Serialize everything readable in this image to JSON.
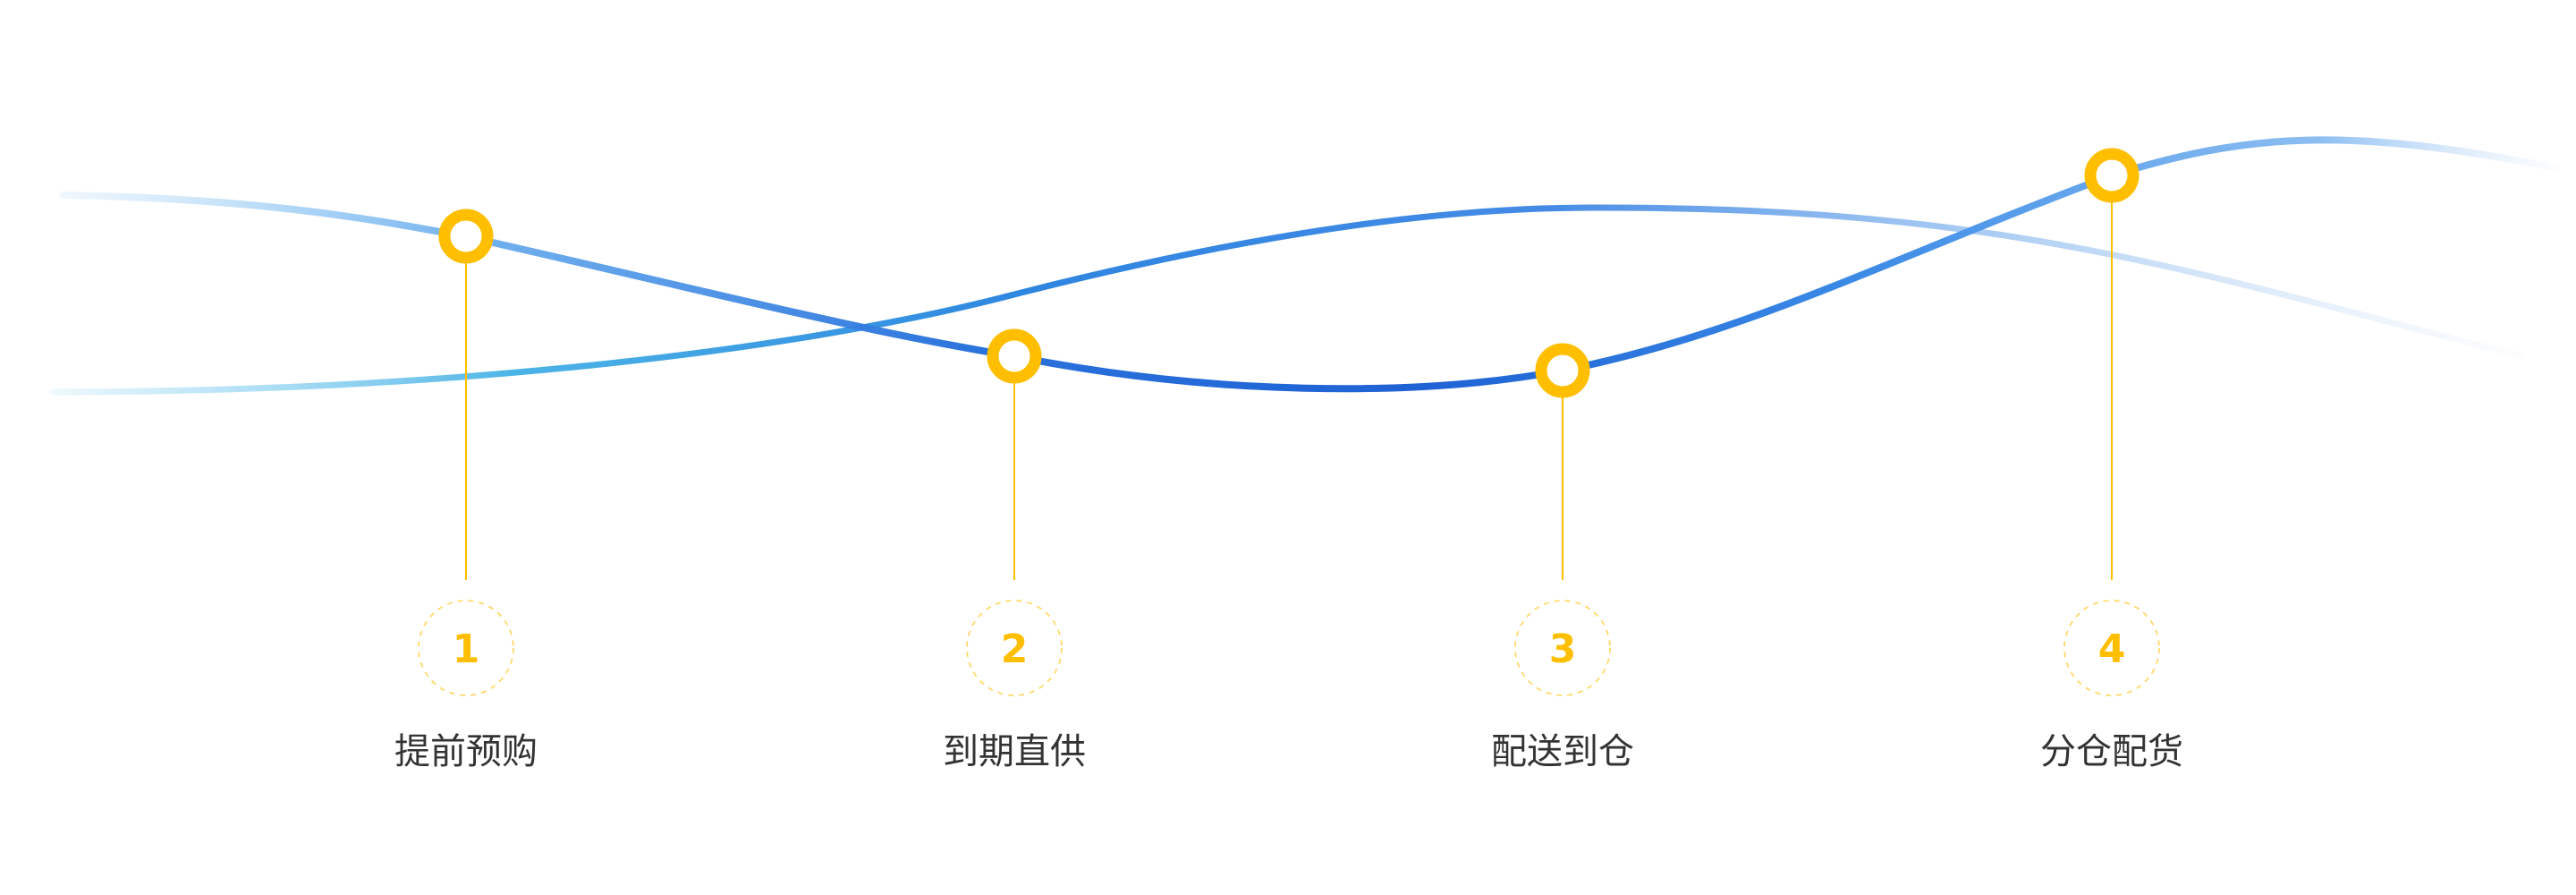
{
  "colors": {
    "accent": "#FFBE00",
    "line_light": "#8CC8F0",
    "line_mid": "#2D8AE6",
    "line_deep": "#1E62D6",
    "label_text": "#333333",
    "marker_fill": "#FFFFFF"
  },
  "steps": [
    {
      "number": "1",
      "label": "提前预购"
    },
    {
      "number": "2",
      "label": "到期直供"
    },
    {
      "number": "3",
      "label": "配送到仓"
    },
    {
      "number": "4",
      "label": "分仓配货"
    }
  ]
}
